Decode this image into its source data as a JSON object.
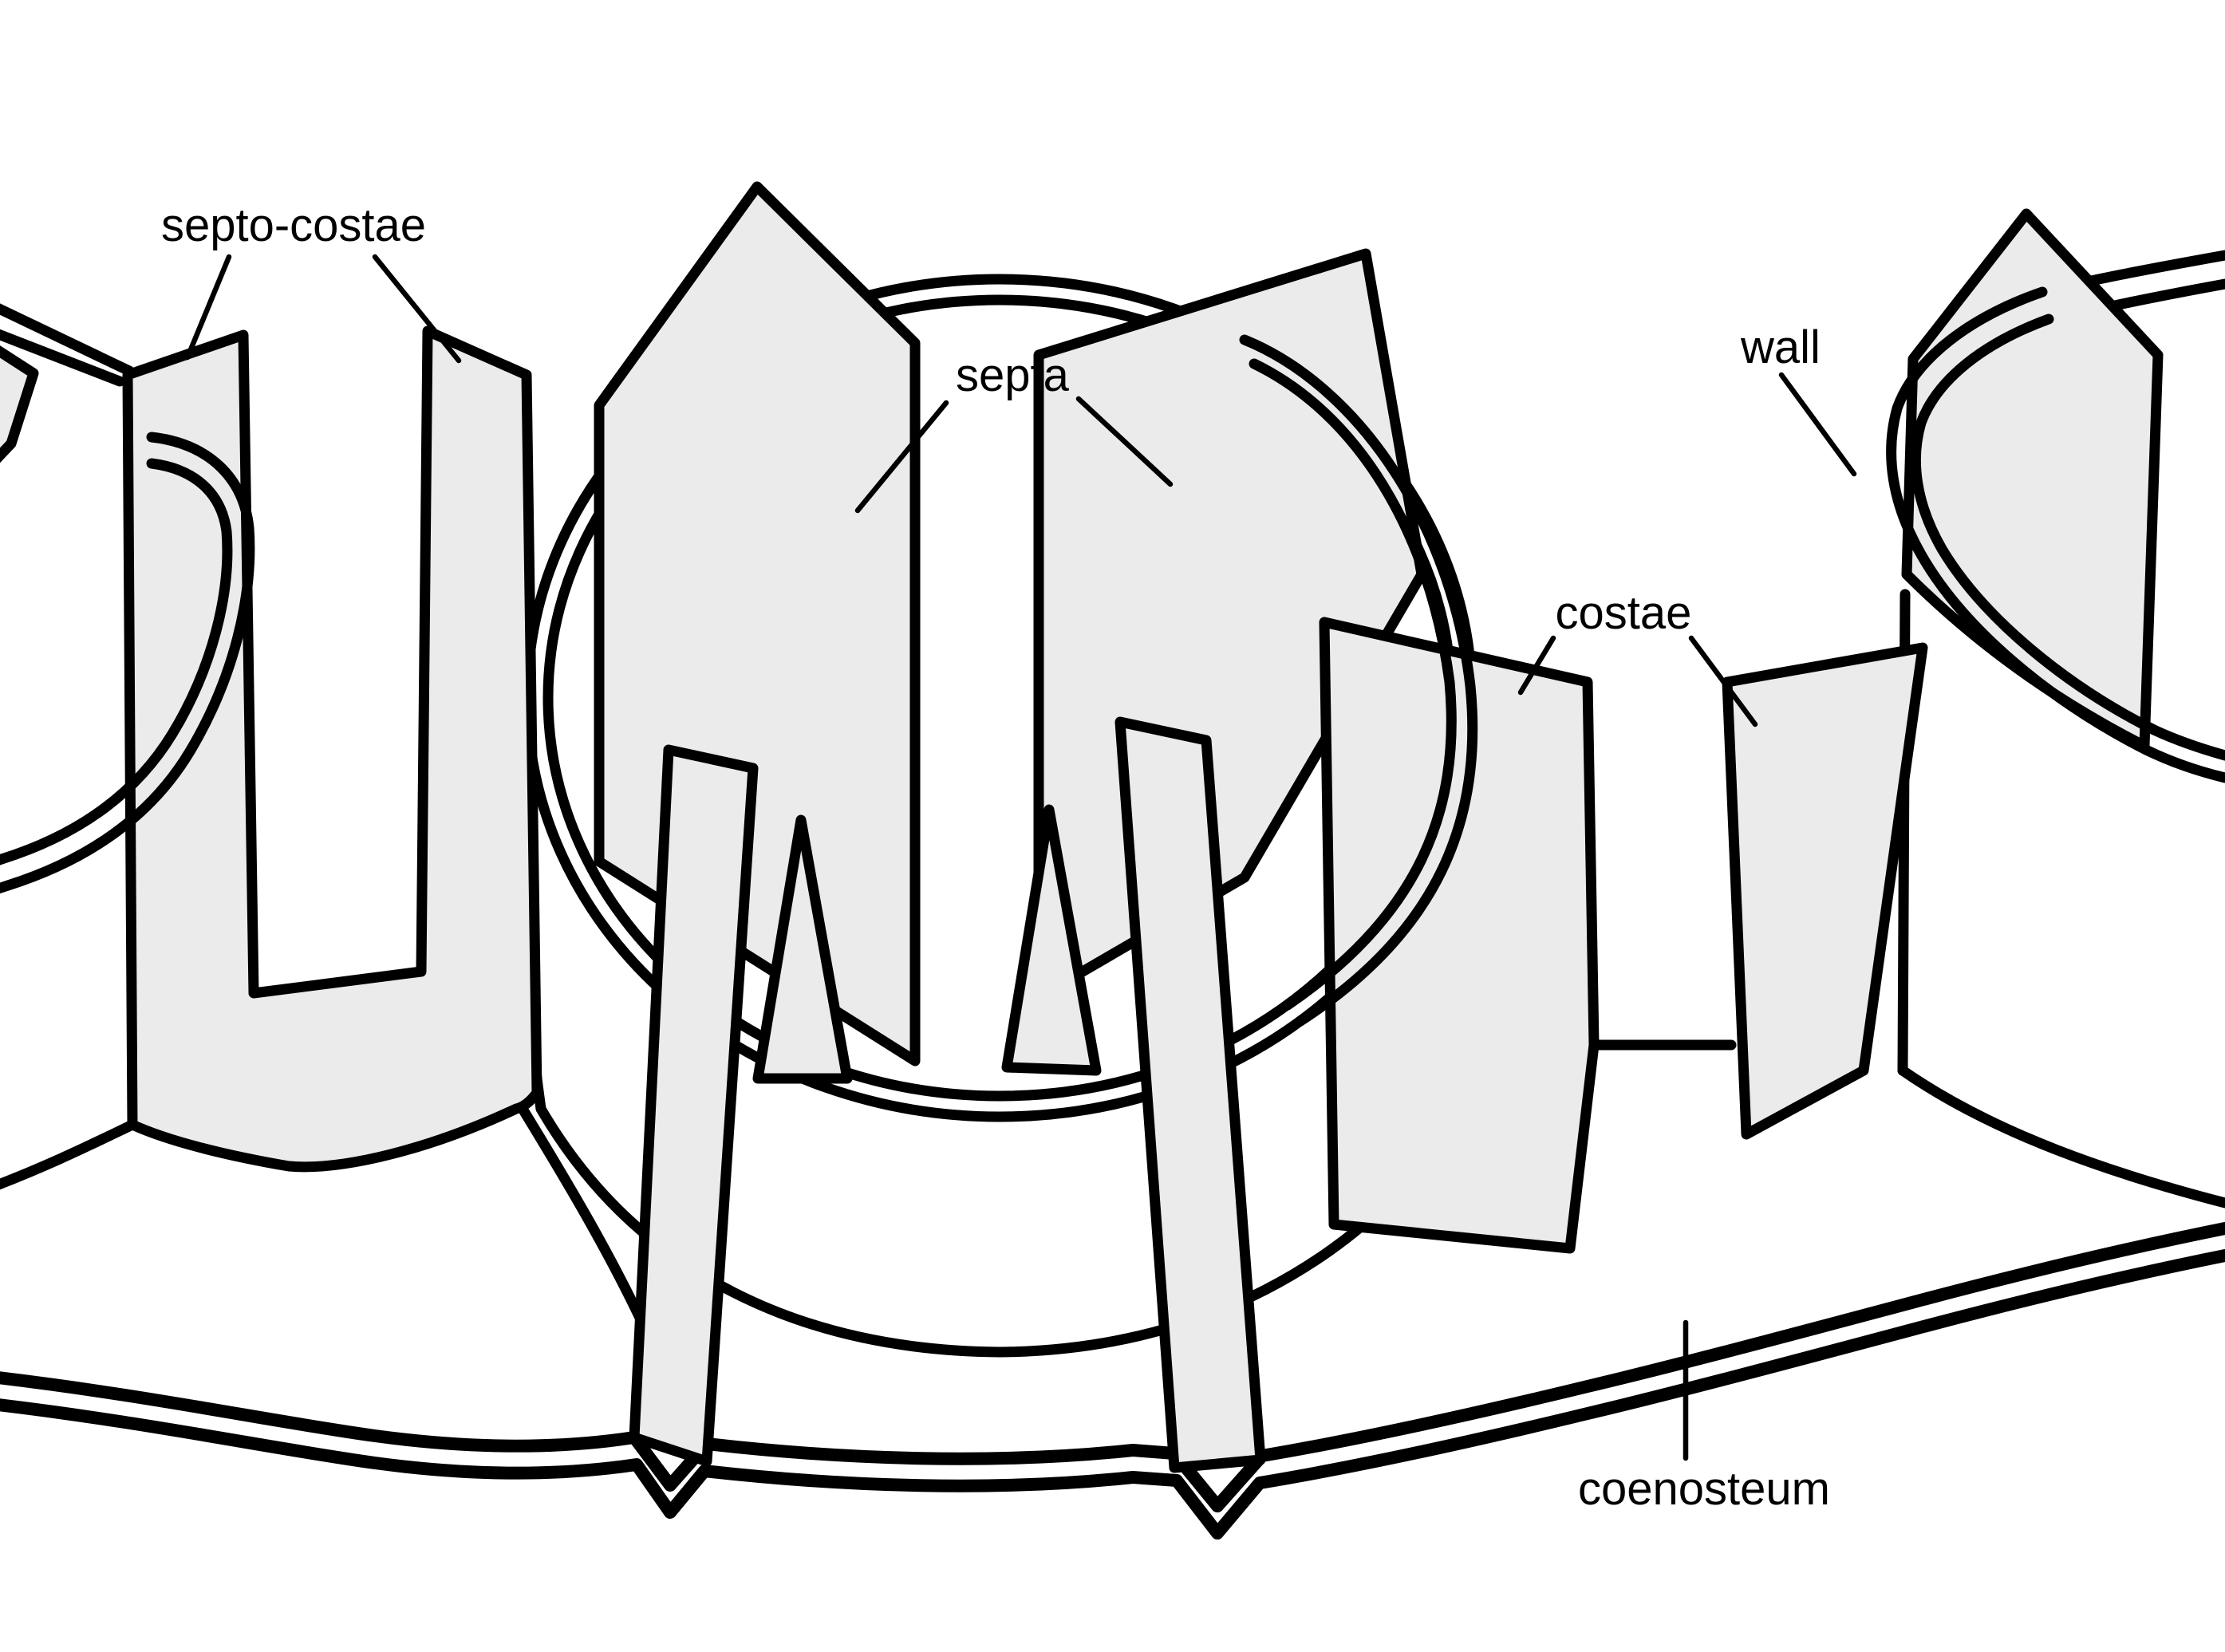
{
  "figure": {
    "kind": "coral-corallite-skeleton-diagram",
    "background_color": "#ffffff",
    "line_color": "#000000",
    "plate_fill_color": "#ebebeb",
    "labels": {
      "septo_costae": "septo-costae",
      "septa": "septa",
      "wall": "wall",
      "costae": "costae",
      "coenosteum": "coenosteum"
    }
  }
}
